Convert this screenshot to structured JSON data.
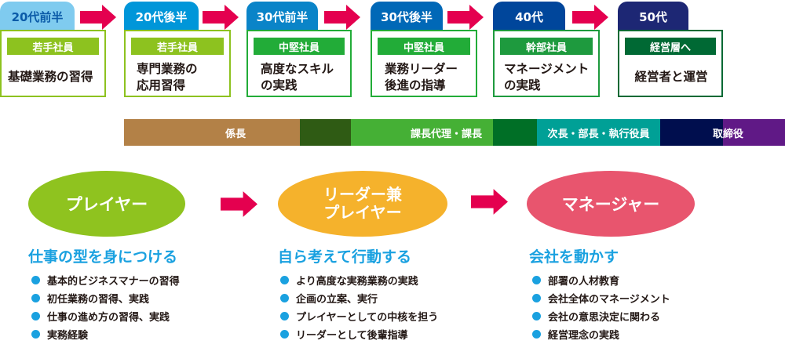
{
  "stages": [
    {
      "age": "20代前半",
      "role": "若手社員",
      "desc": "基礎業務の習得",
      "tab_color": "#7fcbef",
      "tab_text_color": "#0b5ba8",
      "role_color": "#8dc21f",
      "border_color": "#8dc21f"
    },
    {
      "age": "20代後半",
      "role": "若手社員",
      "desc": "専門業務の\n応用習得",
      "tab_color": "#0096d9",
      "tab_text_color": "#ffffff",
      "role_color": "#8dc21f",
      "border_color": "#8dc21f"
    },
    {
      "age": "30代前半",
      "role": "中堅社員",
      "desc": "高度なスキル\nの実践",
      "tab_color": "#0a84c8",
      "tab_text_color": "#ffffff",
      "role_color": "#22ac38",
      "border_color": "#22ac38"
    },
    {
      "age": "30代後半",
      "role": "中堅社員",
      "desc": "業務リーダー\n後進の指導",
      "tab_color": "#0068b7",
      "tab_text_color": "#ffffff",
      "role_color": "#22ac38",
      "border_color": "#22ac38"
    },
    {
      "age": "40代",
      "role": "幹部社員",
      "desc": "マネージメント\nの実践",
      "tab_color": "#00469b",
      "tab_text_color": "#ffffff",
      "role_color": "#1e9a3e",
      "border_color": "#1e9a3e"
    },
    {
      "age": "50代",
      "role": "経営層へ",
      "desc": "経営者と運営",
      "tab_color": "#1d2774",
      "tab_text_color": "#ffffff",
      "role_color": "#006934",
      "border_color": "#006934"
    }
  ],
  "position_bar": [
    {
      "label": "係長",
      "color": "#b38147"
    },
    {
      "label": "",
      "color": "#2f5b14"
    },
    {
      "label": "課長代理・課長",
      "color": "#45b035"
    },
    {
      "label": "",
      "color": "#006f26"
    },
    {
      "label": "次長・部長・執行役員",
      "color": "#00a096"
    },
    {
      "label": "取締",
      "color": "#000e4e"
    },
    {
      "label": "締役",
      "color": "#601986"
    }
  ],
  "position_bar_labels": {
    "kakaricho": "係長",
    "kacho": "課長代理・課長",
    "bucho": "次長・部長・執行役員",
    "torishimari_1": "取",
    "torishimari_2": "締役"
  },
  "phases": [
    {
      "title": "プレイヤー",
      "color": "#8fc31f",
      "heading": "仕事の型を身につける",
      "items": [
        "基本的ビジネスマナーの習得",
        "初任業務の習得、実践",
        "仕事の進め方の習得、実践",
        "実務経験"
      ]
    },
    {
      "title_line1": "リーダー兼",
      "title_line2": "プレイヤー",
      "color": "#f5b22c",
      "heading": "自ら考えて行動する",
      "items": [
        "より高度な実務業務の実践",
        "企画の立案、実行",
        "プレイヤーとしての中核を担う",
        "リーダーとして後輩指導"
      ]
    },
    {
      "title": "マネージャー",
      "color": "#e8556e",
      "heading": "会社を動かす",
      "items": [
        "部署の人材教育",
        "会社全体のマネージメント",
        "会社の意思決定に関わる",
        "経営理念の実践"
      ]
    }
  ],
  "icons": {
    "arrow": "arrow-right-icon",
    "bullet": "bullet-dot-icon"
  },
  "colors": {
    "arrow": "#e4004f",
    "heading": "#1aa1e0",
    "bullet": "#1aa1e0",
    "body_text": "#231815"
  }
}
